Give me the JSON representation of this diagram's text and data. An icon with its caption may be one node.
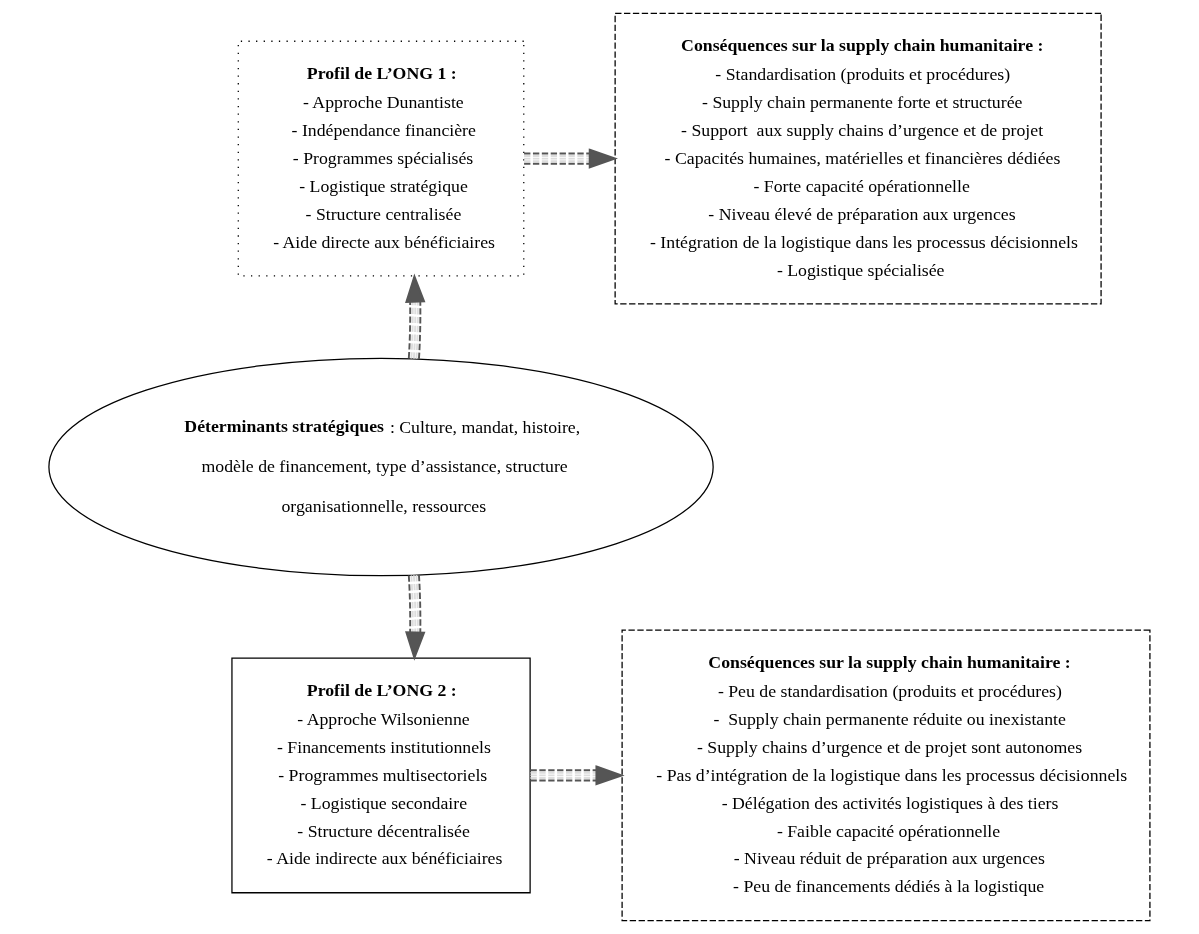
{
  "diagram": {
    "nodes": [
      {
        "text": [
          "Profil de L’ONG 1 :",
          "- Approche Dunantiste",
          "- Indépendance financière",
          "- Programmes spécialisés",
          "- Logistique stratégique",
          "- Structure centralisée",
          "- Aide directe aux bénéficiaires"
        ]
      },
      {
        "text": [
          "Conséquences sur la supply chain humanitaire :",
          "- Standardisation (produits et procédures)",
          "- Supply chain permanente forte et structurée",
          "- Support  aux supply chains d’urgence et de projet",
          "- Capacités humaines, matérielles et financières dédiées",
          "- Forte capacité opérationnelle",
          "- Niveau élevé de préparation aux urgences",
          "- Intégration de la logistique dans les processus décisionnels",
          "- Logistique spécialisée"
        ]
      },
      {
        "text": [
          "**Déterminants stratégiques** : Culture, mandat, histoire, modèle de financement, type d’assistance, structure organisationnelle, ressources"
        ]
      },
      {
        "text": [
          "Profil de L’ONG 2 :",
          "- Approche Wilsonienne",
          "- Financements institutionnels",
          "- Programmes multisectoriels",
          "- Logistique secondaire",
          "- Structure décentralisée",
          "- Aide indirecte aux bénéficiaires"
        ]
      },
      {
        "text": [
          "Conséquences sur la supply chain humanitaire :",
          "- Peu de standardisation (produits et procédures)",
          "-  Supply chain permanente réduite ou inexistante",
          "- Supply chains d’urgence et de projet sont autonomes",
          "- Pas d’intégration de la logistique dans les processus décisionnels",
          "- Délégation des activités logistiques à des tiers",
          "- Faible capacité opérationnelle",
          "- Niveau réduit de préparation aux urgences",
          "- Peu de financements dédiés à la logistique"
        ]
      }
    ],
    "edges": [
      {
        "from": 0,
        "to": 1,
        "arrow": "to"
      },
      {
        "from": 2,
        "to": 0,
        "arrow": "to"
      },
      {
        "from": 2,
        "to": 3,
        "arrow": "to"
      },
      {
        "from": 3,
        "to": 4,
        "arrow": "to"
      }
    ]
  }
}
